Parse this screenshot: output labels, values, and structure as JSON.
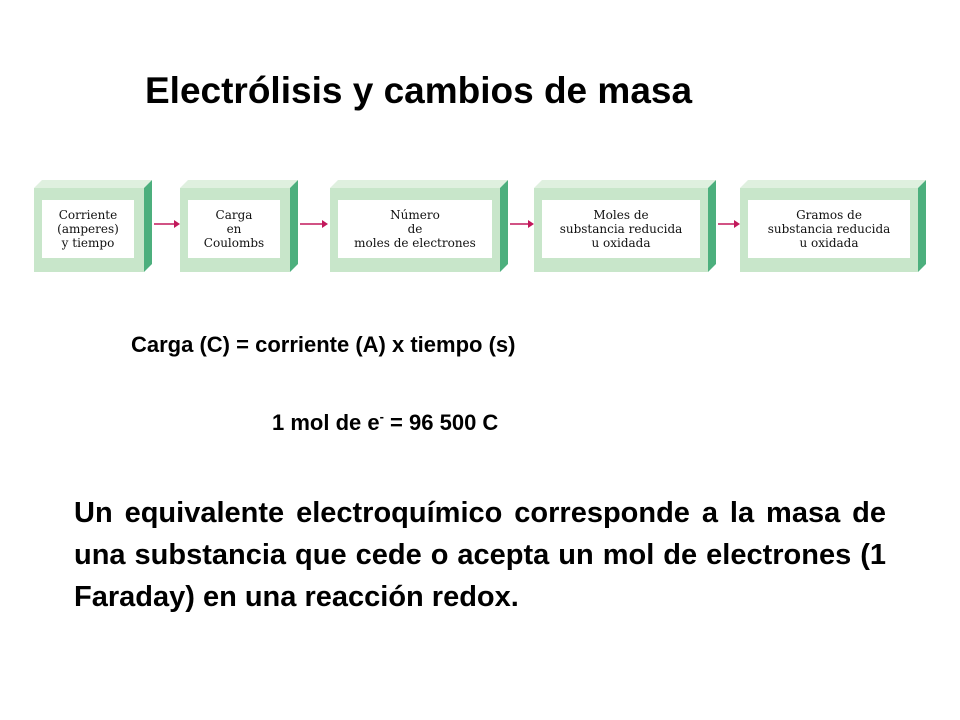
{
  "title": "Electrólisis y cambios de masa",
  "flow": {
    "boxes": [
      {
        "lines": [
          "Corriente",
          "(amperes)",
          "y tiempo"
        ]
      },
      {
        "lines": [
          "Carga",
          "en",
          "Coulombs"
        ]
      },
      {
        "lines": [
          "Número",
          "de",
          "moles de electrones"
        ]
      },
      {
        "lines": [
          "Moles de",
          "substancia reducida",
          "u oxidada"
        ]
      },
      {
        "lines": [
          "Gramos de",
          "substancia reducida",
          "u oxidada"
        ]
      }
    ],
    "colors": {
      "face": "#c8e6ca",
      "side": "#4caf7d",
      "top": "#dff0df",
      "arrow": "#c2185b"
    }
  },
  "formula": "Carga (C) = corriente (A) x tiempo (s)",
  "mol": {
    "left": "1 mol de e",
    "sup": "-",
    "right": " = 96 500 C"
  },
  "paragraph": "Un equivalente electroquímico corresponde a la masa de una substancia que cede o acepta un mol de electrones (1 Faraday) en una reacción redox."
}
